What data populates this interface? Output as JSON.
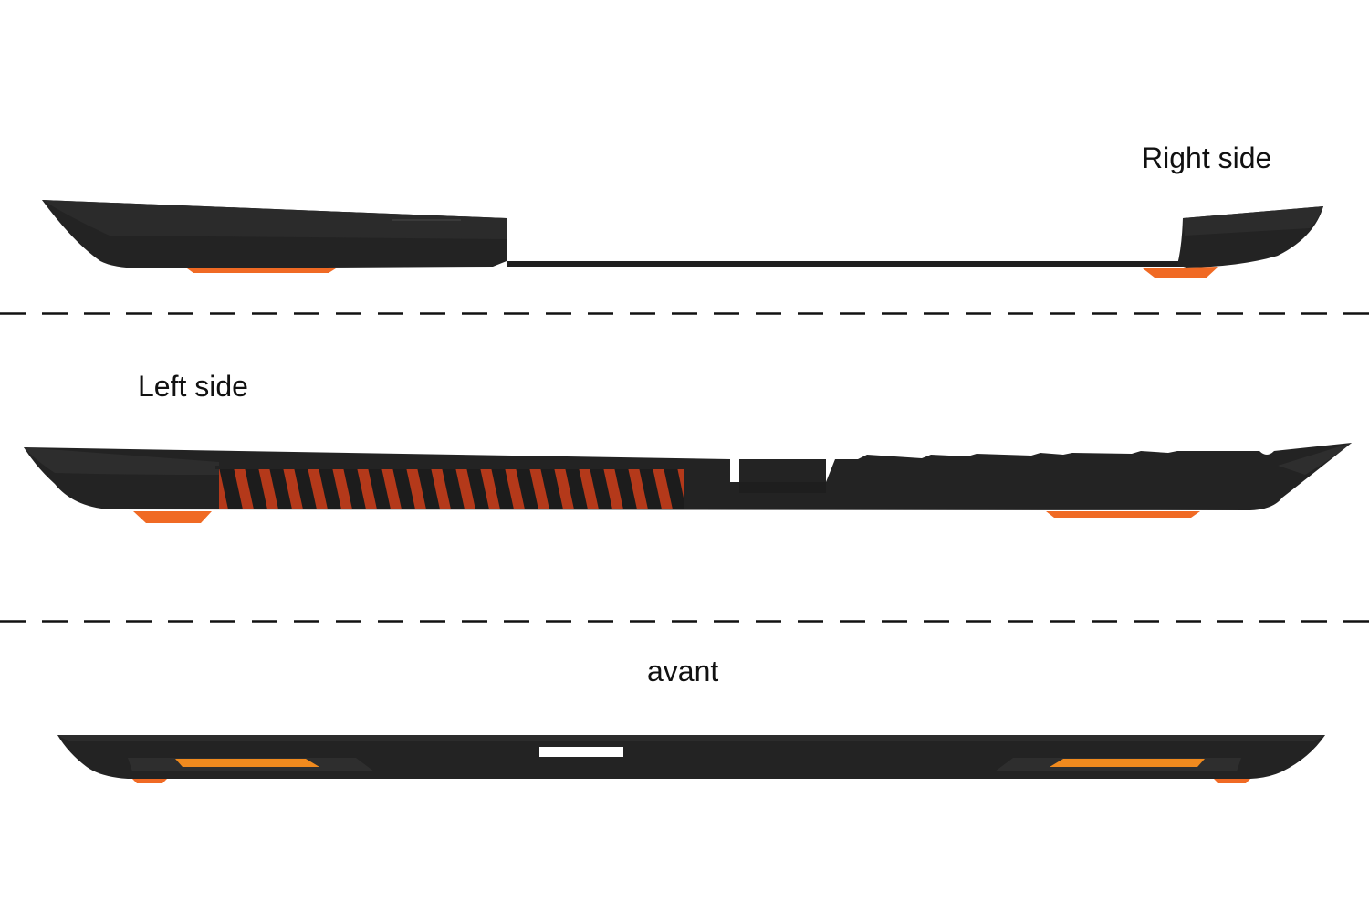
{
  "views": {
    "right": {
      "label": "Right side"
    },
    "left": {
      "label": "Left side"
    },
    "front": {
      "label": "avant"
    }
  },
  "colors": {
    "body": "#232323",
    "body_highlight": "#2f2f2f",
    "accent": "#f06a24",
    "accent_light": "#ff9a2a",
    "port": "#ffffff",
    "divider": "#111111"
  }
}
